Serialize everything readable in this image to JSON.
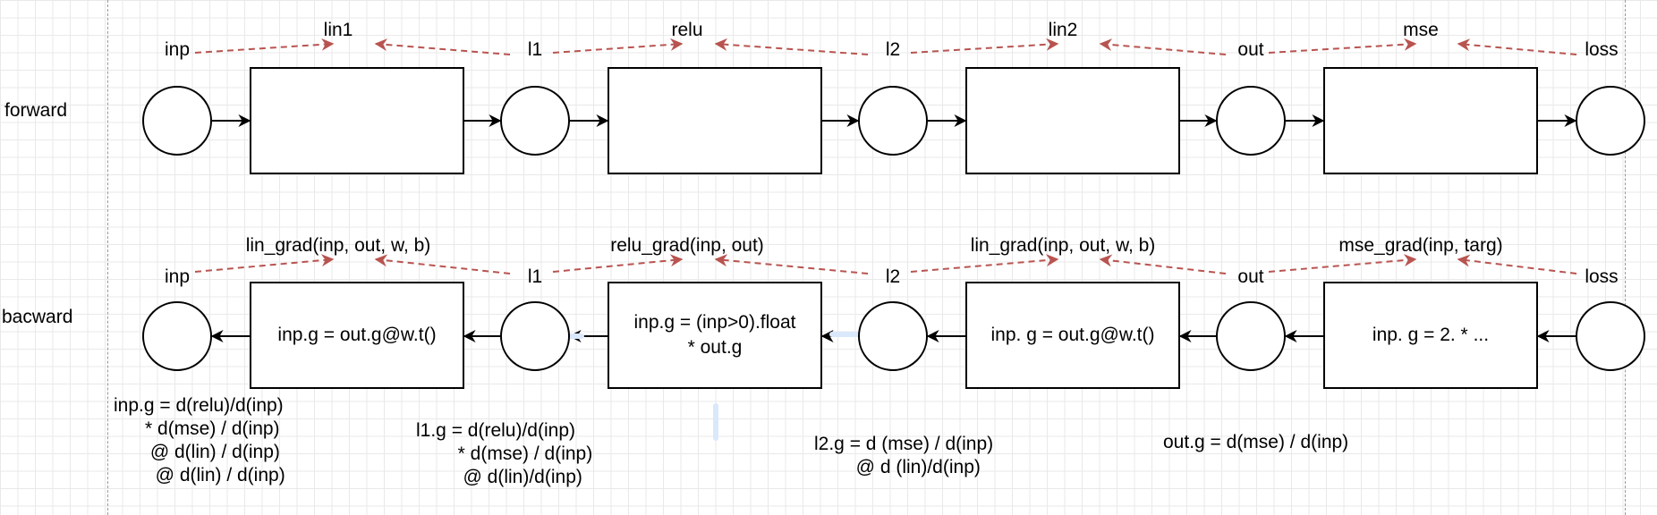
{
  "rows": {
    "forward": "forward",
    "backward": "bacward"
  },
  "forward": {
    "nodes": [
      "inp",
      "l1",
      "l2",
      "out",
      "loss"
    ],
    "ops": [
      "lin1",
      "relu",
      "lin2",
      "mse"
    ]
  },
  "backward": {
    "nodes": [
      "inp",
      "l1",
      "l2",
      "out",
      "loss"
    ],
    "ops": [
      "lin_grad(inp, out, w, b)",
      "relu_grad(inp, out)",
      "lin_grad(inp, out, w, b)",
      "mse_grad(inp, targ)"
    ],
    "box_text": [
      "inp.g = out.g@w.t()",
      "inp.g = (inp>0).float\n* out.g",
      "inp. g = out.g@w.t()",
      "inp. g = 2. * ..."
    ]
  },
  "notes": {
    "inp": "inp.g = d(relu)/d(inp)\n      * d(mse) / d(inp)\n       @ d(lin) / d(inp)\n        @ d(lin) / d(inp)",
    "l1": "l1.g = d(relu)/d(inp)\n        * d(mse) / d(inp)\n         @ d(lin)/d(inp)",
    "l2": "l2.g = d (mse) / d(inp)\n        @ d (lin)/d(inp)",
    "out": "out.g = d(mse) / d(inp)"
  },
  "colors": {
    "dashed_arrow": "#b85450",
    "line": "#000000",
    "grid": "#e9e9e9",
    "ghost_arrow": "#dae8fc"
  }
}
